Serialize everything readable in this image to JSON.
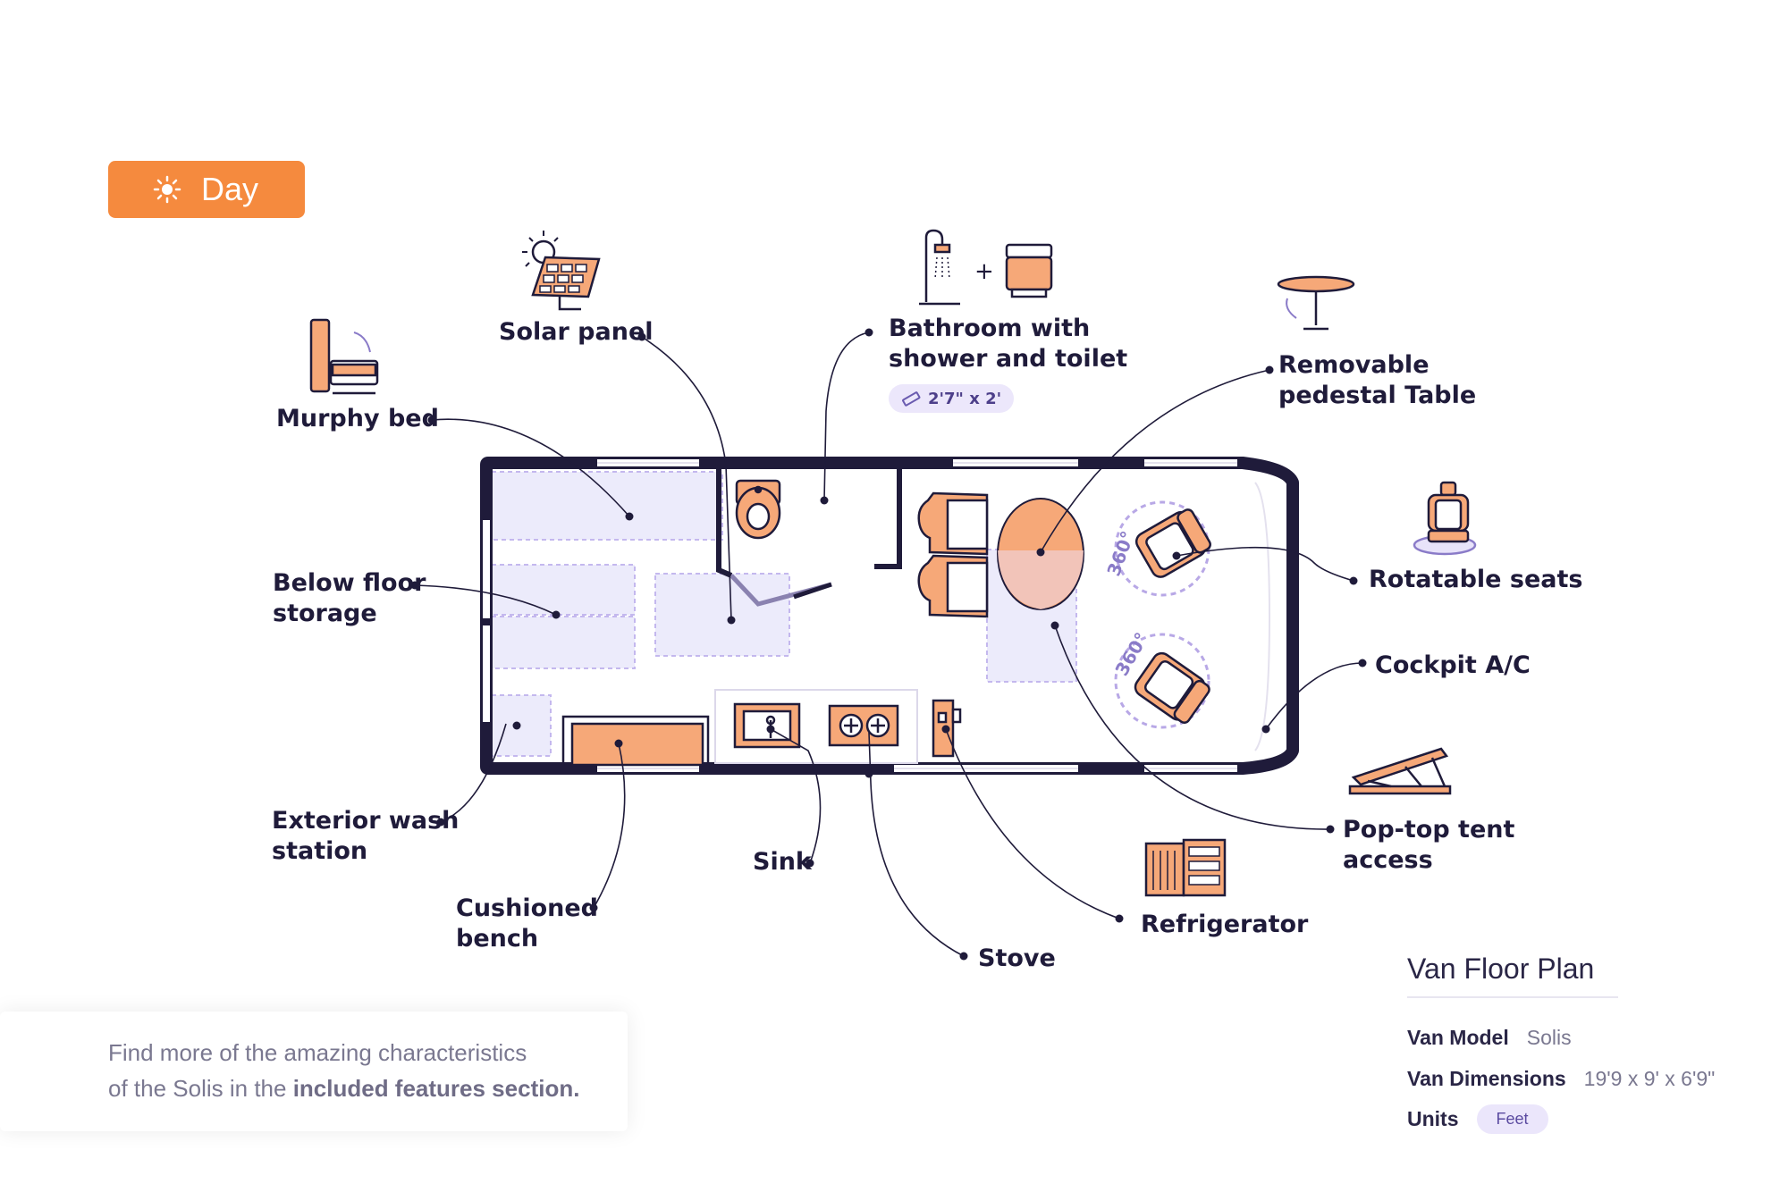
{
  "mode_toggle": {
    "label": "Day"
  },
  "features": {
    "murphy_bed": [
      "Murphy bed"
    ],
    "solar_panel": [
      "Solar panel"
    ],
    "bathroom": [
      "Bathroom with",
      "shower and toilet"
    ],
    "bathroom_dim": "2'7\" x 2'",
    "table": [
      "Removable",
      "pedestal Table"
    ],
    "below_floor": [
      "Below floor",
      "storage"
    ],
    "rotatable": [
      "Rotatable seats"
    ],
    "cockpit_ac": [
      "Cockpit A/C"
    ],
    "poptop": [
      "Pop-top tent",
      "access"
    ],
    "wash": [
      "Exterior wash",
      "station"
    ],
    "bench": [
      "Cushioned",
      "bench"
    ],
    "sink": [
      "Sink"
    ],
    "stove": [
      "Stove"
    ],
    "fridge": [
      "Refrigerator"
    ]
  },
  "seat_rotation": "360°",
  "info_card": {
    "line1": "Find more of the amazing characteristics",
    "line2_pre": "of the Solis in the ",
    "line2_bold": "included features section."
  },
  "specs": {
    "title": "Van Floor Plan",
    "model_label": "Van Model",
    "model_value": "Solis",
    "dims_label": "Van Dimensions",
    "dims_value": "19'9 x 9' x 6'9\"",
    "units_label": "Units",
    "units_value": "Feet"
  },
  "colors": {
    "accent": "#f58a3e",
    "outline": "#1f1b3a",
    "storage": "#ece9fa",
    "purple": "#9c8ad6"
  }
}
